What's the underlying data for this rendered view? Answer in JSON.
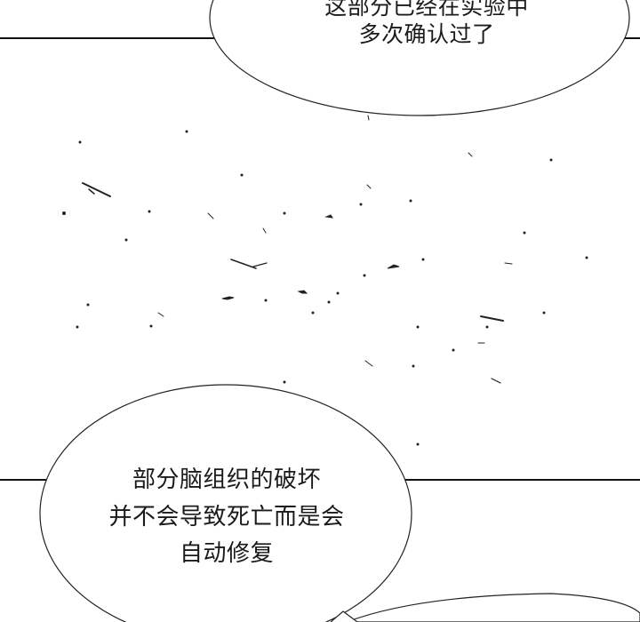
{
  "panel_top": {
    "bubble_text": "这部分已经在实验中\n多次确认过了"
  },
  "panel_middle": {
    "bubble_lines": [
      "部分脑组织的破坏",
      "并不会导致死亡而是会",
      "自动修复"
    ]
  },
  "colors": {
    "background": "#ffffff",
    "ink": "#1a1a1a",
    "panel_border": "#111111"
  }
}
